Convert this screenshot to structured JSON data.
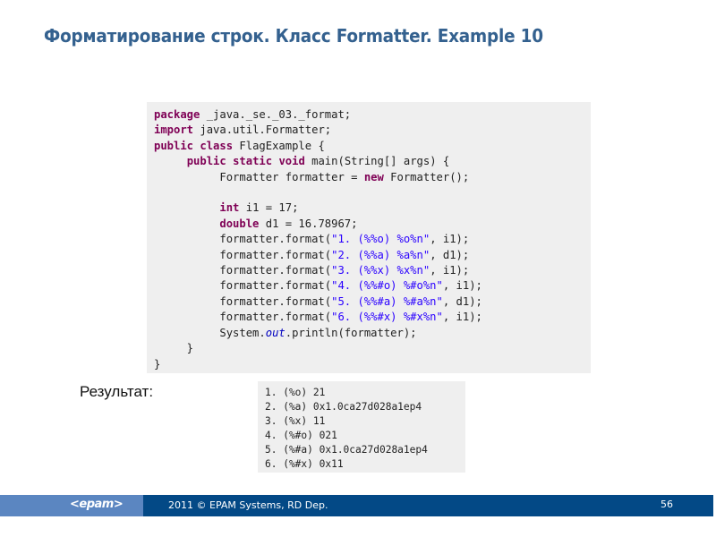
{
  "slide": {
    "title": "Форматирование строк. Класс Formatter. Example 10",
    "code_lines": [
      [
        {
          "t": "package",
          "c": "kw"
        },
        {
          "t": " _java._se._03._format;",
          "c": ""
        }
      ],
      [
        {
          "t": "import",
          "c": "kw"
        },
        {
          "t": " java.util.Formatter;",
          "c": ""
        }
      ],
      [
        {
          "t": "public",
          "c": "kw"
        },
        {
          "t": " ",
          "c": ""
        },
        {
          "t": "class",
          "c": "kw"
        },
        {
          "t": " FlagExample {",
          "c": ""
        }
      ],
      [
        {
          "t": "     ",
          "c": ""
        },
        {
          "t": "public",
          "c": "kw"
        },
        {
          "t": " ",
          "c": ""
        },
        {
          "t": "static",
          "c": "kw"
        },
        {
          "t": " ",
          "c": ""
        },
        {
          "t": "void",
          "c": "kw"
        },
        {
          "t": " main(String[] args) {",
          "c": ""
        }
      ],
      [
        {
          "t": "          Formatter formatter = ",
          "c": ""
        },
        {
          "t": "new",
          "c": "kw"
        },
        {
          "t": " Formatter();",
          "c": ""
        }
      ],
      [
        {
          "t": "",
          "c": ""
        }
      ],
      [
        {
          "t": "          ",
          "c": ""
        },
        {
          "t": "int",
          "c": "kw"
        },
        {
          "t": " i1 = 17;",
          "c": ""
        }
      ],
      [
        {
          "t": "          ",
          "c": ""
        },
        {
          "t": "double",
          "c": "kw"
        },
        {
          "t": " d1 = 16.78967;",
          "c": ""
        }
      ],
      [
        {
          "t": "          formatter.format(",
          "c": ""
        },
        {
          "t": "\"1. (%%o) %o%n\"",
          "c": "str"
        },
        {
          "t": ", i1);",
          "c": ""
        }
      ],
      [
        {
          "t": "          formatter.format(",
          "c": ""
        },
        {
          "t": "\"2. (%%a) %a%n\"",
          "c": "str"
        },
        {
          "t": ", d1);",
          "c": ""
        }
      ],
      [
        {
          "t": "          formatter.format(",
          "c": ""
        },
        {
          "t": "\"3. (%%x) %x%n\"",
          "c": "str"
        },
        {
          "t": ", i1);",
          "c": ""
        }
      ],
      [
        {
          "t": "          formatter.format(",
          "c": ""
        },
        {
          "t": "\"4. (%%#o) %#o%n\"",
          "c": "str"
        },
        {
          "t": ", i1);",
          "c": ""
        }
      ],
      [
        {
          "t": "          formatter.format(",
          "c": ""
        },
        {
          "t": "\"5. (%%#a) %#a%n\"",
          "c": "str"
        },
        {
          "t": ", d1);",
          "c": ""
        }
      ],
      [
        {
          "t": "          formatter.format(",
          "c": ""
        },
        {
          "t": "\"6. (%%#x) %#x%n\"",
          "c": "str"
        },
        {
          "t": ", i1);",
          "c": ""
        }
      ],
      [
        {
          "t": "          System.",
          "c": ""
        },
        {
          "t": "out",
          "c": "fld"
        },
        {
          "t": ".println(formatter);",
          "c": ""
        }
      ],
      [
        {
          "t": "     }",
          "c": ""
        }
      ],
      [
        {
          "t": "}",
          "c": ""
        }
      ]
    ],
    "result_label": "Результат:",
    "result_lines": [
      "1. (%o) 21",
      "2. (%a) 0x1.0ca27d028a1ep4",
      "3. (%x) 11",
      "4. (%#o) 021",
      "5. (%#a) 0x1.0ca27d028a1ep4",
      "6. (%#x) 0x11"
    ]
  },
  "footer": {
    "logo": "<epam>",
    "copyright": "2011 © EPAM Systems, RD Dep.",
    "page_number": "56",
    "colors": {
      "left": "#5b86c1",
      "main": "#034986"
    }
  }
}
